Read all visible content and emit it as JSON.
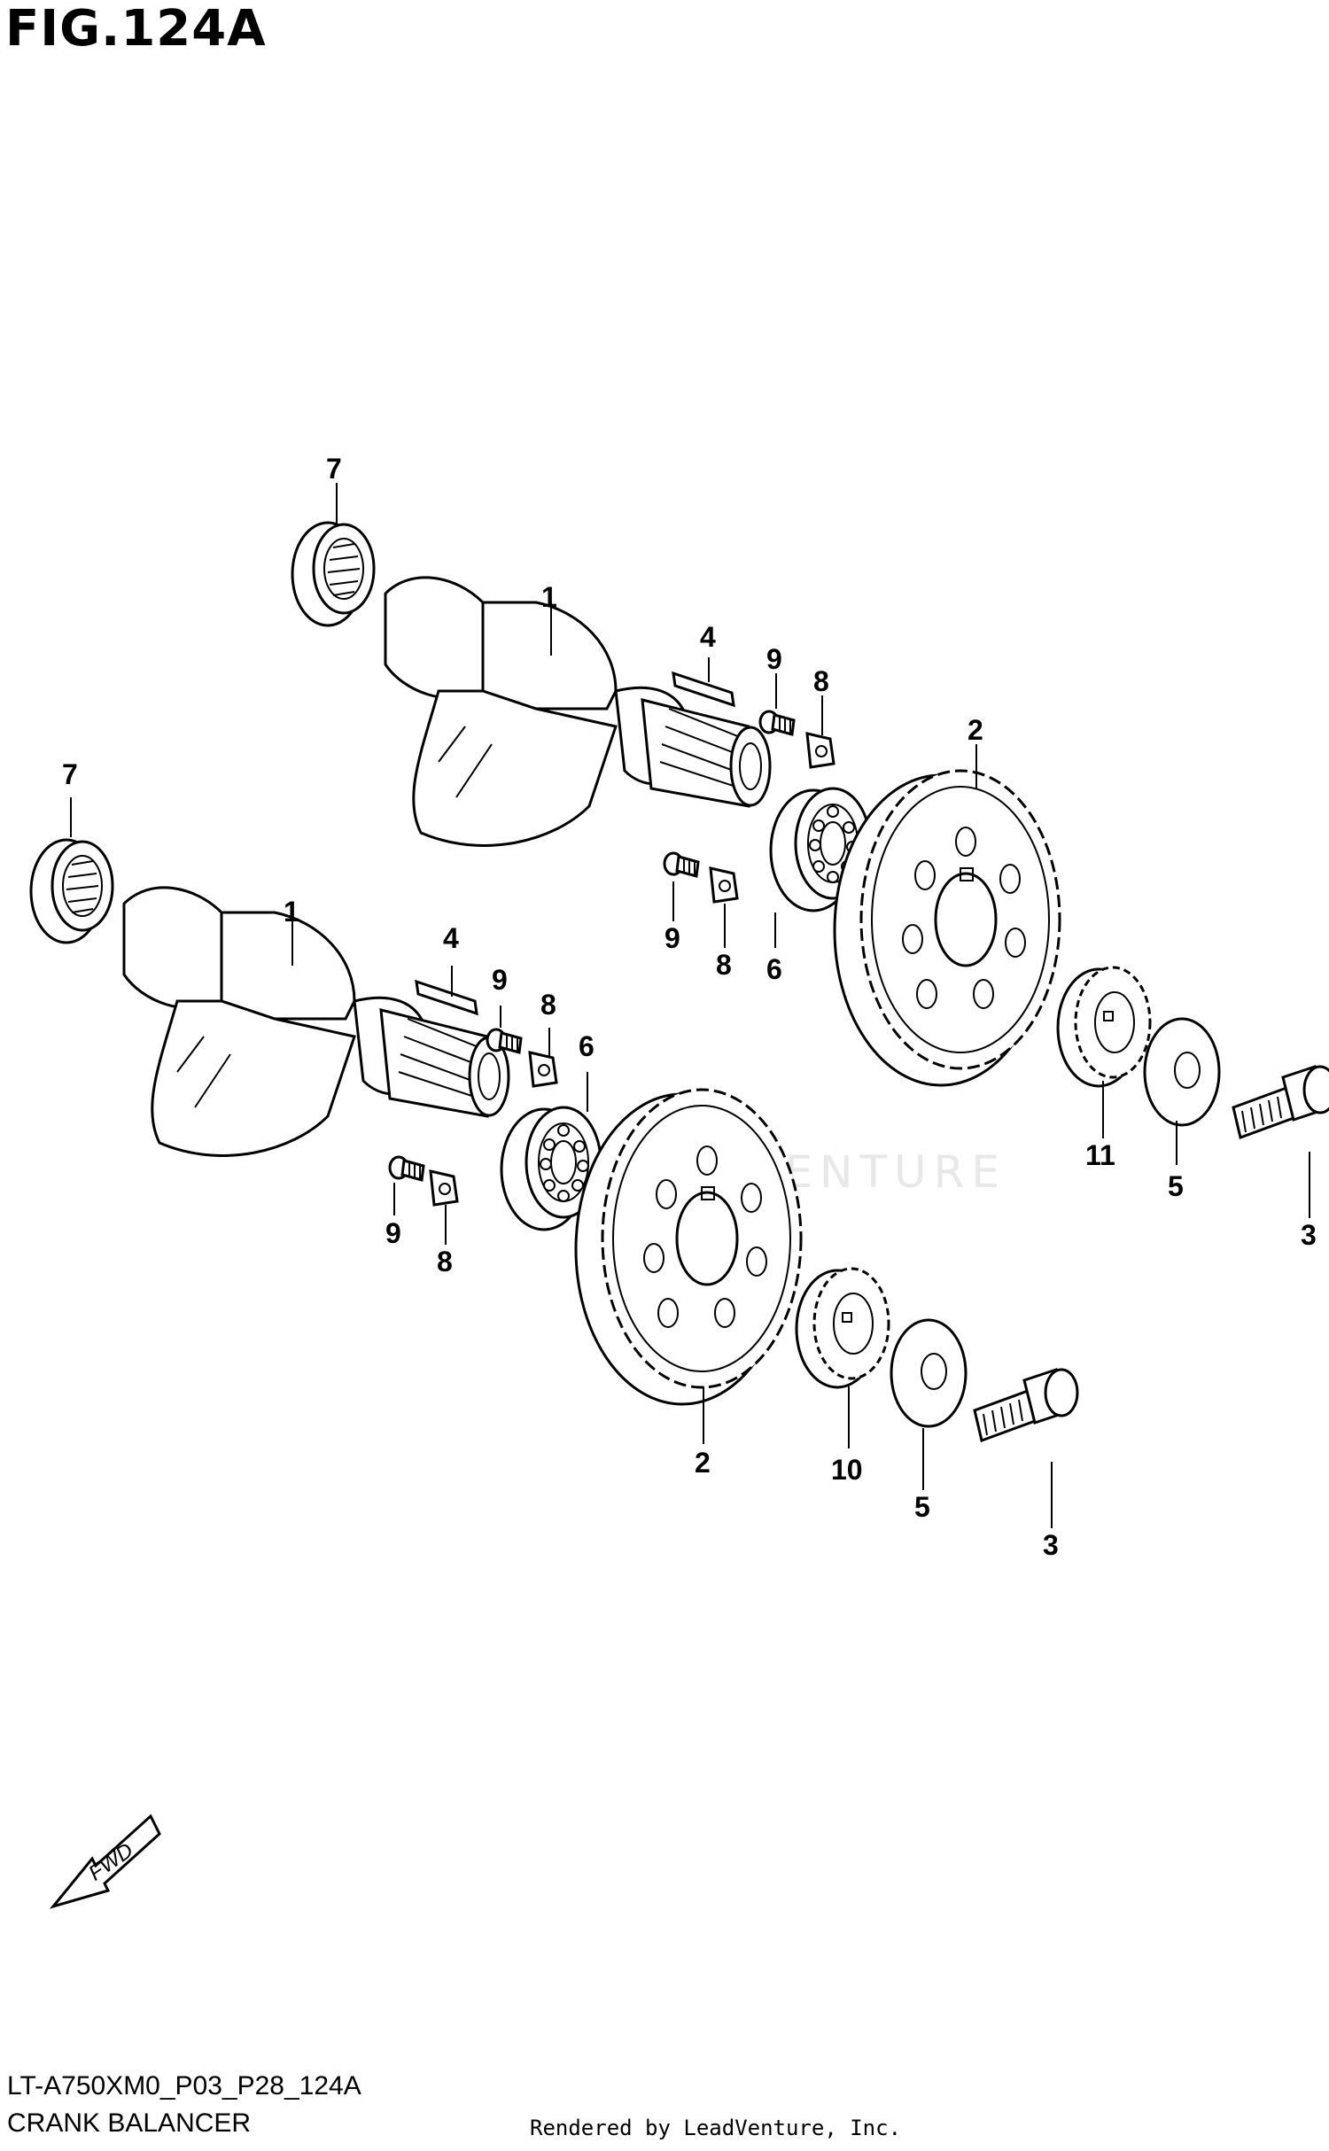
{
  "figure": {
    "title": "FIG.124A",
    "code": "LT-A750XM0_P03_P28_124A",
    "caption": "CRANK BALANCER",
    "credit": "Rendered by LeadVenture, Inc.",
    "watermark": "LEADVENTURE"
  },
  "orientation_arrow": {
    "label": "FWD"
  },
  "callouts": {
    "upper": [
      "7",
      "1",
      "4",
      "9",
      "8",
      "2",
      "9",
      "8",
      "6",
      "11",
      "5",
      "3"
    ],
    "lower": [
      "7",
      "1",
      "4",
      "9",
      "8",
      "6",
      "9",
      "8",
      "2",
      "10",
      "5",
      "3"
    ]
  }
}
